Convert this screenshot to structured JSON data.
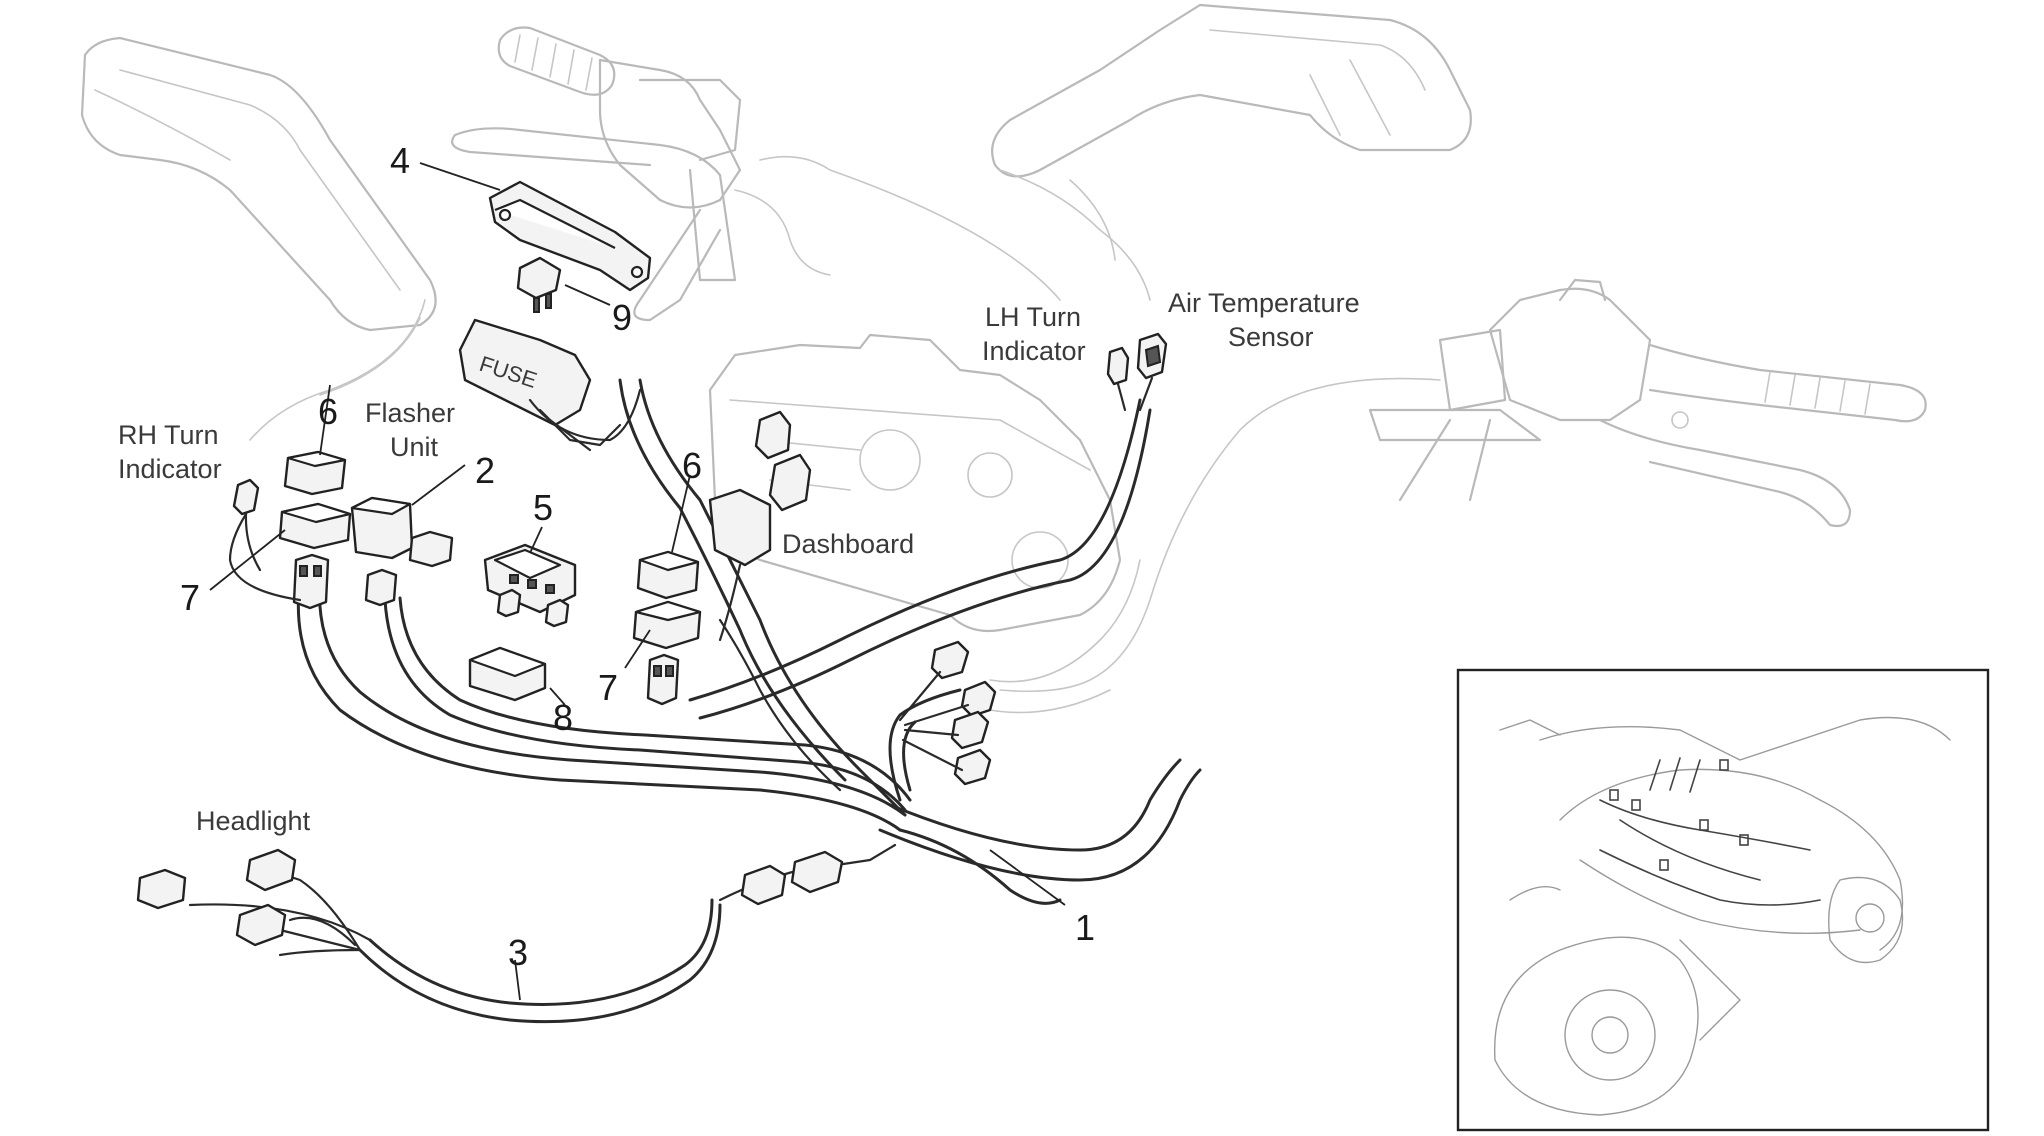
{
  "labels": {
    "rh_turn_indicator": [
      "RH Turn",
      "Indicator"
    ],
    "flasher_unit": [
      "Flasher",
      "Unit"
    ],
    "lh_turn_indicator": [
      "LH Turn",
      "Indicator"
    ],
    "air_temperature_sensor": [
      "Air Temperature",
      "Sensor"
    ],
    "dashboard": "Dashboard",
    "headlight": "Headlight",
    "fuse_marking": "FUSE"
  },
  "callouts": {
    "main_harness": "1",
    "flasher_unit": "2",
    "headlight_harness": "3",
    "fuse_box_cover": "4",
    "relay_module": "5",
    "relay_right": "6",
    "relay_left": "6",
    "relay_socket_left": "7",
    "relay_socket_right": "7",
    "relay_cover": "8",
    "fuse": "9"
  }
}
